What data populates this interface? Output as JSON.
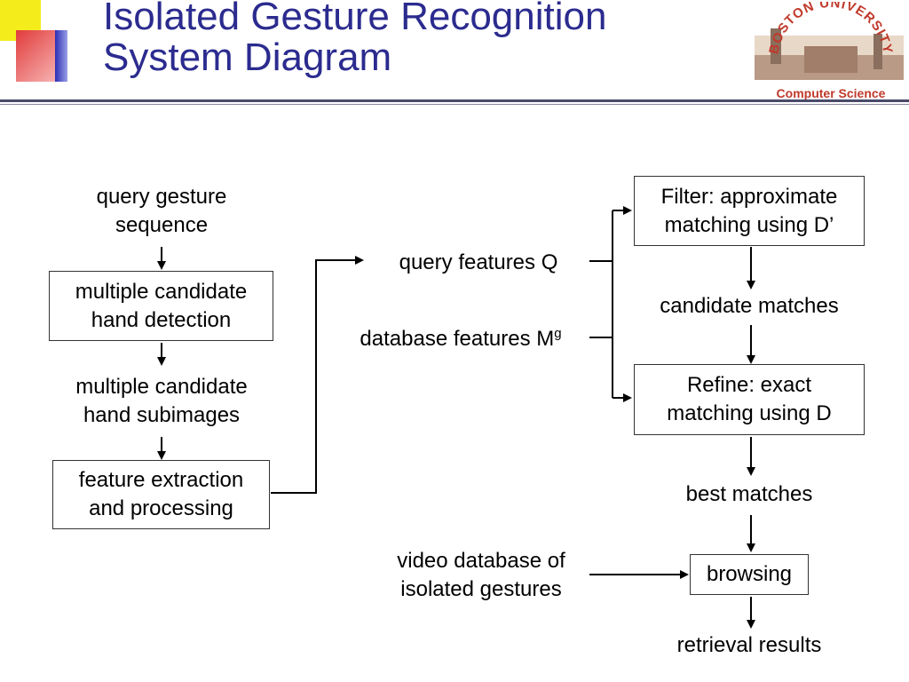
{
  "slide": {
    "title_line1": "Isolated Gesture Recognition",
    "title_line2": "System Diagram",
    "logo_text": "BOSTON UNIVERSITY",
    "department": "Computer Science"
  },
  "left_column": {
    "query_line1": "query gesture",
    "query_line2": "sequence",
    "detection_line1": "multiple candidate",
    "detection_line2": "hand detection",
    "subimages_line1": "multiple candidate",
    "subimages_line2": "hand subimages",
    "extraction_line1": "feature extraction",
    "extraction_line2": "and processing"
  },
  "middle_column": {
    "query_features": "query features Q",
    "database_features": "database features M",
    "database_superscript": "g",
    "video_db_line1": "video database of",
    "video_db_line2": "isolated gestures"
  },
  "right_column": {
    "filter_line1": "Filter: approximate",
    "filter_line2": "matching using D’",
    "candidate_matches": "candidate matches",
    "refine_line1": "Refine: exact",
    "refine_line2": "matching using D",
    "best_matches": "best matches",
    "browsing": "browsing",
    "retrieval_results": "retrieval results"
  },
  "colors": {
    "title": "#2b2b8f",
    "accent_yellow": "#f5ec1b",
    "accent_red": "#e23b3b",
    "accent_blue": "#2d2db5",
    "department": "#c0392b"
  }
}
